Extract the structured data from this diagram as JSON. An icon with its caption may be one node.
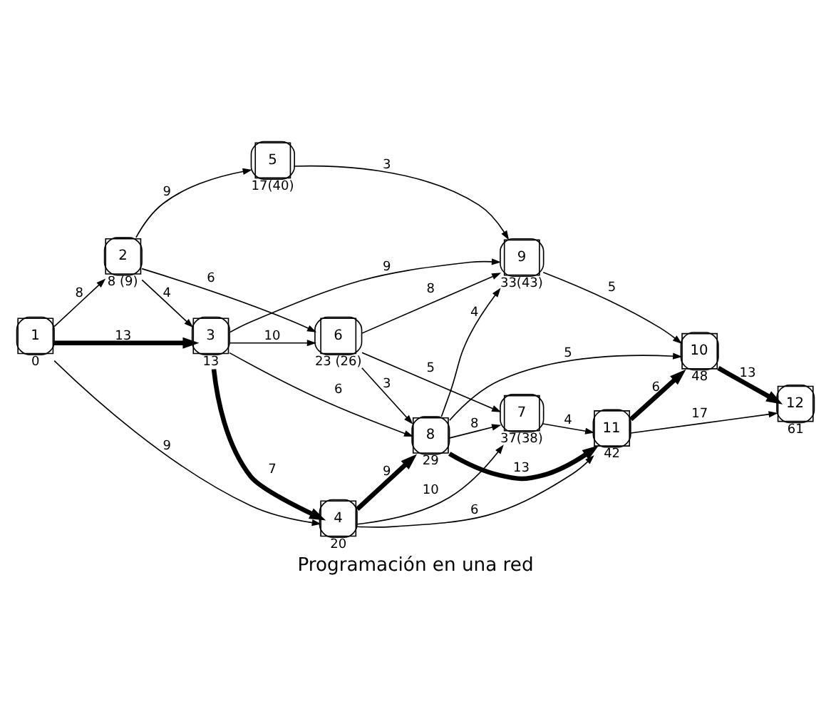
{
  "diagram": {
    "caption": "Programación en una red",
    "nodes": [
      {
        "text": [
          "1"
        ],
        "beside": [
          "0"
        ]
      },
      {
        "text": [
          "2"
        ],
        "beside": [
          "8 (9)"
        ]
      },
      {
        "text": [
          "3"
        ],
        "beside": [
          "13"
        ]
      },
      {
        "text": [
          "4"
        ],
        "beside": [
          "20"
        ]
      },
      {
        "text": [
          "5"
        ],
        "beside": [
          "17(40)"
        ]
      },
      {
        "text": [
          "6"
        ],
        "beside": [
          "23 (26)"
        ]
      },
      {
        "text": [
          "7"
        ],
        "beside": [
          "37(38)"
        ]
      },
      {
        "text": [
          "8"
        ],
        "beside": [
          "29"
        ]
      },
      {
        "text": [
          "9"
        ],
        "beside": [
          "33(43)"
        ]
      },
      {
        "text": [
          "10"
        ],
        "beside": [
          "48"
        ]
      },
      {
        "text": [
          "11"
        ],
        "beside": [
          "42"
        ]
      },
      {
        "text": [
          "12"
        ],
        "beside": [
          "61"
        ]
      }
    ],
    "edges": [
      {
        "from": 0,
        "to": 1,
        "arrow": "to",
        "label": "8"
      },
      {
        "from": 0,
        "to": 2,
        "arrow": "to",
        "label": "13",
        "style": "thick"
      },
      {
        "from": 0,
        "to": 3,
        "arrow": "to",
        "label": "9"
      },
      {
        "from": 1,
        "to": 4,
        "arrow": "to",
        "label": "9"
      },
      {
        "from": 1,
        "to": 5,
        "arrow": "to",
        "label": "6"
      },
      {
        "from": 1,
        "to": 2,
        "arrow": "to",
        "label": "4"
      },
      {
        "from": 2,
        "to": 5,
        "arrow": "to",
        "label": "10"
      },
      {
        "from": 2,
        "to": 8,
        "arrow": "to",
        "label": "9"
      },
      {
        "from": 2,
        "to": 7,
        "arrow": "to",
        "label": "6"
      },
      {
        "from": 2,
        "to": 3,
        "arrow": "to",
        "label": "7",
        "style": "thick"
      },
      {
        "from": 4,
        "to": 8,
        "arrow": "to",
        "label": "3"
      },
      {
        "from": 5,
        "to": 8,
        "arrow": "to",
        "label": "8"
      },
      {
        "from": 5,
        "to": 6,
        "arrow": "to",
        "label": "5"
      },
      {
        "from": 5,
        "to": 7,
        "arrow": "to",
        "label": "3"
      },
      {
        "from": 3,
        "to": 7,
        "arrow": "to",
        "label": "9",
        "style": "thick"
      },
      {
        "from": 3,
        "to": 10,
        "arrow": "to",
        "label": "6"
      },
      {
        "from": 3,
        "to": 6,
        "arrow": "to",
        "label": "10"
      },
      {
        "from": 7,
        "to": 8,
        "arrow": "to",
        "label": "4"
      },
      {
        "from": 7,
        "to": 6,
        "arrow": "to",
        "label": "8"
      },
      {
        "from": 7,
        "to": 9,
        "arrow": "to",
        "label": "5"
      },
      {
        "from": 7,
        "to": 10,
        "arrow": "to",
        "label": "13",
        "style": "thick"
      },
      {
        "from": 8,
        "to": 9,
        "arrow": "to",
        "label": "5"
      },
      {
        "from": 6,
        "to": 10,
        "arrow": "to",
        "label": "4"
      },
      {
        "from": 10,
        "to": 9,
        "arrow": "to",
        "label": "6",
        "style": "thick"
      },
      {
        "from": 9,
        "to": 11,
        "arrow": "to",
        "label": "13",
        "style": "thick"
      },
      {
        "from": 10,
        "to": 11,
        "arrow": "to",
        "label": "17"
      }
    ]
  }
}
